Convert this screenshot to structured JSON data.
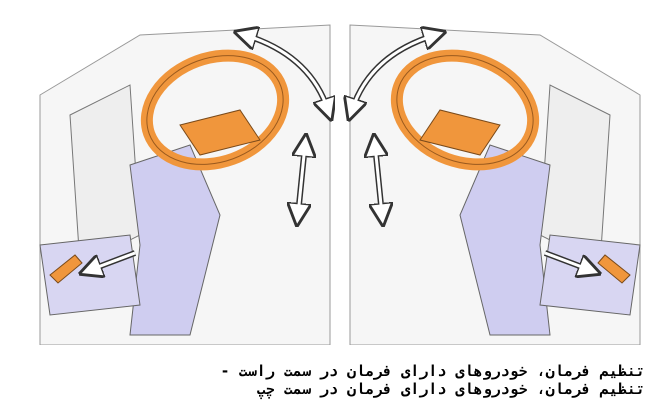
{
  "figure": {
    "panels": [
      "right-hand-drive",
      "left-hand-drive"
    ],
    "colors": {
      "wheel": "#f0963c",
      "column": "#cfcdf0",
      "line": "#555555",
      "arrow_fill": "#ffffff"
    }
  },
  "caption": {
    "text": "تنظیم فرمان، خودروهای دارای فرمان در سمت راست - تنظیم فرمان، خودروهای دارای فرمان در سمت چپ"
  }
}
